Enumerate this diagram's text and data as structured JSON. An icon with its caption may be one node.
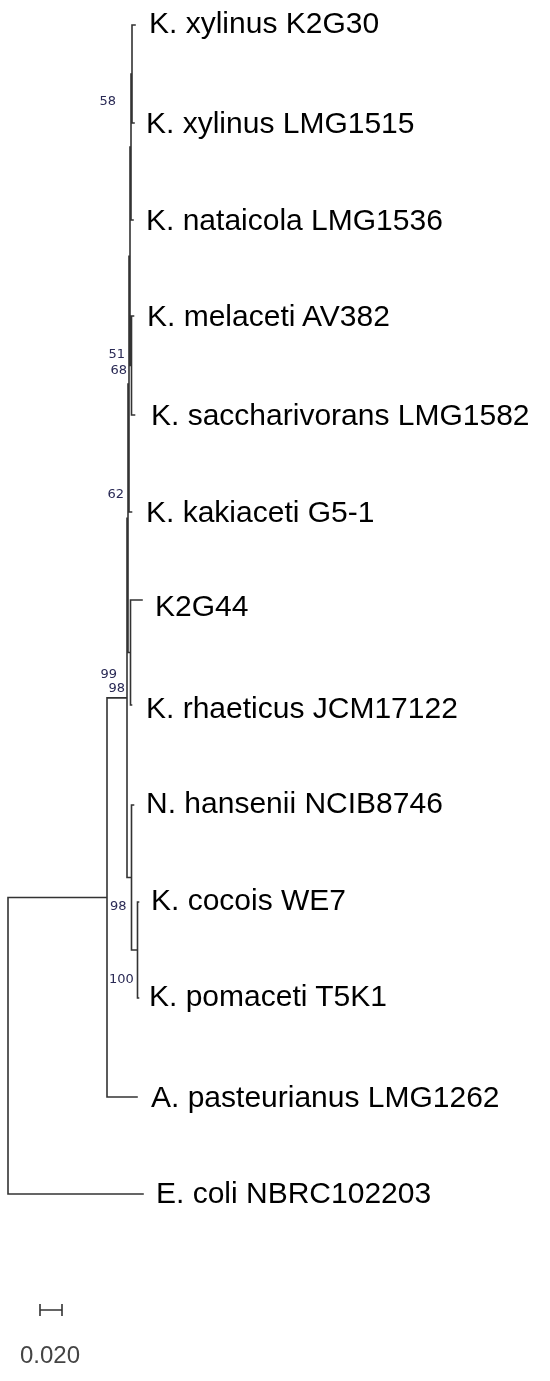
{
  "diagram": {
    "labels": [
      "K. xylinus K2G30",
      "58",
      "K. xylinus LMG1515",
      "K. nataicola LMG1536",
      "K. melaceti AV382",
      "51",
      "68",
      "K. saccharivorans LMG1582",
      "62",
      "K. kakiaceti G5-1",
      "K2G44",
      "99",
      "98",
      "K. rhaeticus JCM17122",
      "N. hansenii NCIB8746",
      "98",
      "K. cocois WE7",
      "100",
      "K. pomaceti T5K1",
      "A. pasteurianus LMG1262",
      "E. coli NBRC102203",
      "0.020"
    ]
  }
}
